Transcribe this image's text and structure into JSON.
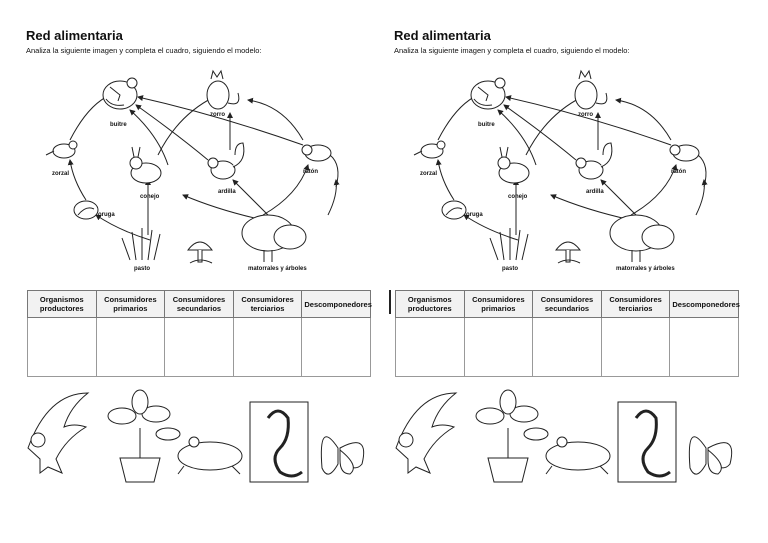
{
  "worksheet": {
    "title": "Red alimentaria",
    "instruction": "Analiza la siguiente imagen y completa el cuadro, siguiendo el modelo:"
  },
  "food_web": {
    "labels": {
      "buitre": "buitre",
      "zorro": "zorro",
      "zorzal": "zorzal",
      "conejo": "conejo",
      "ardilla": "ardilla",
      "raton": "ratón",
      "oruga": "oruga",
      "pasto": "pasto",
      "matorrales": "matorrales y árboles"
    }
  },
  "table": {
    "headers": [
      "Organismos productores",
      "Consumidores primarios",
      "Consumidores secundarios",
      "Consumidores terciarios",
      "Descomponedores"
    ]
  },
  "pictures": [
    "eagle-icon",
    "plant-icon",
    "frog-icon",
    "snake-icon",
    "butterfly-icon"
  ]
}
